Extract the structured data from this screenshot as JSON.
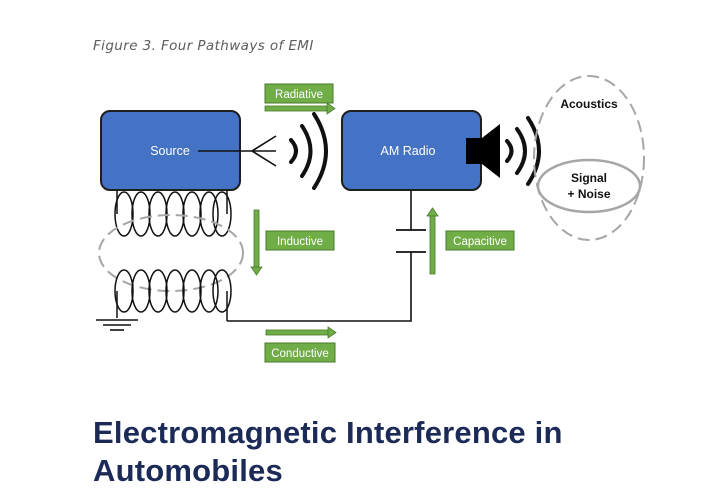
{
  "caption": "Figure 3. Four Pathways of EMI",
  "diagram": {
    "source_label": "Source",
    "radio_label": "AM Radio",
    "radiative_label": "Radiative",
    "inductive_label": "Inductive",
    "capacitive_label": "Capacitive",
    "conductive_label": "Conductive",
    "acoustics_label": "Acoustics",
    "signal_line1": "Signal",
    "signal_line2": "+ Noise"
  },
  "heading": {
    "line1": "Electromagnetic Interference in",
    "line2": "Automobiles"
  },
  "colors": {
    "box_fill": "#4472c4",
    "box_stroke": "#1f1f1f",
    "tag_fill": "#70ad47",
    "heading": "#1b2a57",
    "caption": "#5d5d5d"
  }
}
